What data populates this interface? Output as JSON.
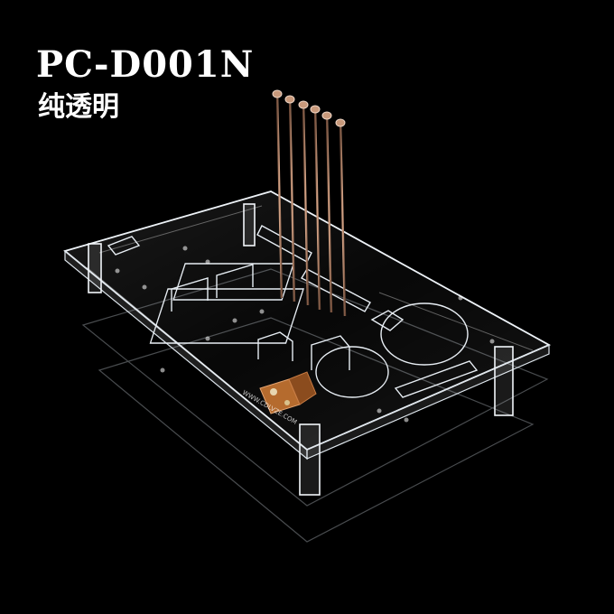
{
  "product": {
    "model": "PC-D001N",
    "variant": "纯透明"
  },
  "board_text": "WWW.CDLVZE.COM",
  "colors": {
    "background": "#000000",
    "text": "#ffffff",
    "acrylic_edge": "#dfe7ee",
    "copper_pin": "#b9876a",
    "pcb": "#b56b2e"
  },
  "icons": [
    "acrylic-open-frame-case",
    "power-switch-pcb",
    "standoff-pins"
  ]
}
